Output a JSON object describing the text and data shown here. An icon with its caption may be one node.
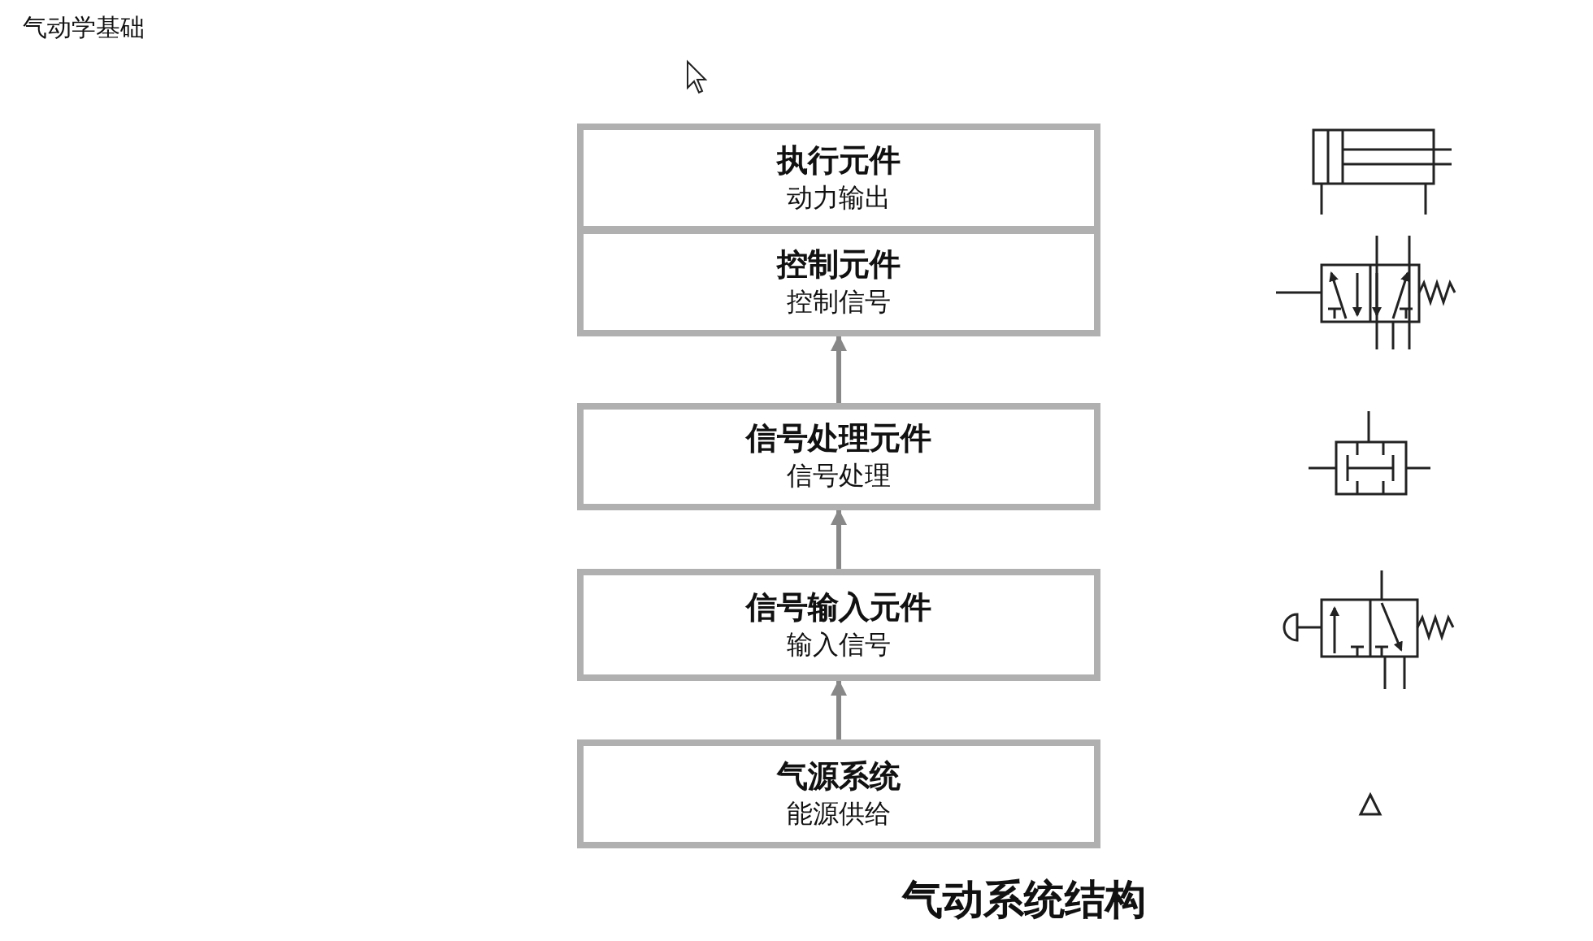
{
  "diagram": {
    "title": "气动学基础",
    "caption": "气动系统结构",
    "nodes": [
      {
        "text": [
          "执行元件",
          "动力输出"
        ]
      },
      {
        "text": [
          "控制元件",
          "控制信号"
        ]
      },
      {
        "text": [
          "信号处理元件",
          "信号处理"
        ]
      },
      {
        "text": [
          "信号输入元件",
          "输入信号"
        ]
      },
      {
        "text": [
          "气源系统",
          "能源供给"
        ]
      }
    ],
    "edges": [
      {
        "from": 4,
        "to": 3,
        "arrow": "to"
      },
      {
        "from": 3,
        "to": 2,
        "arrow": "to"
      },
      {
        "from": 2,
        "to": 1,
        "arrow": "to"
      }
    ]
  }
}
